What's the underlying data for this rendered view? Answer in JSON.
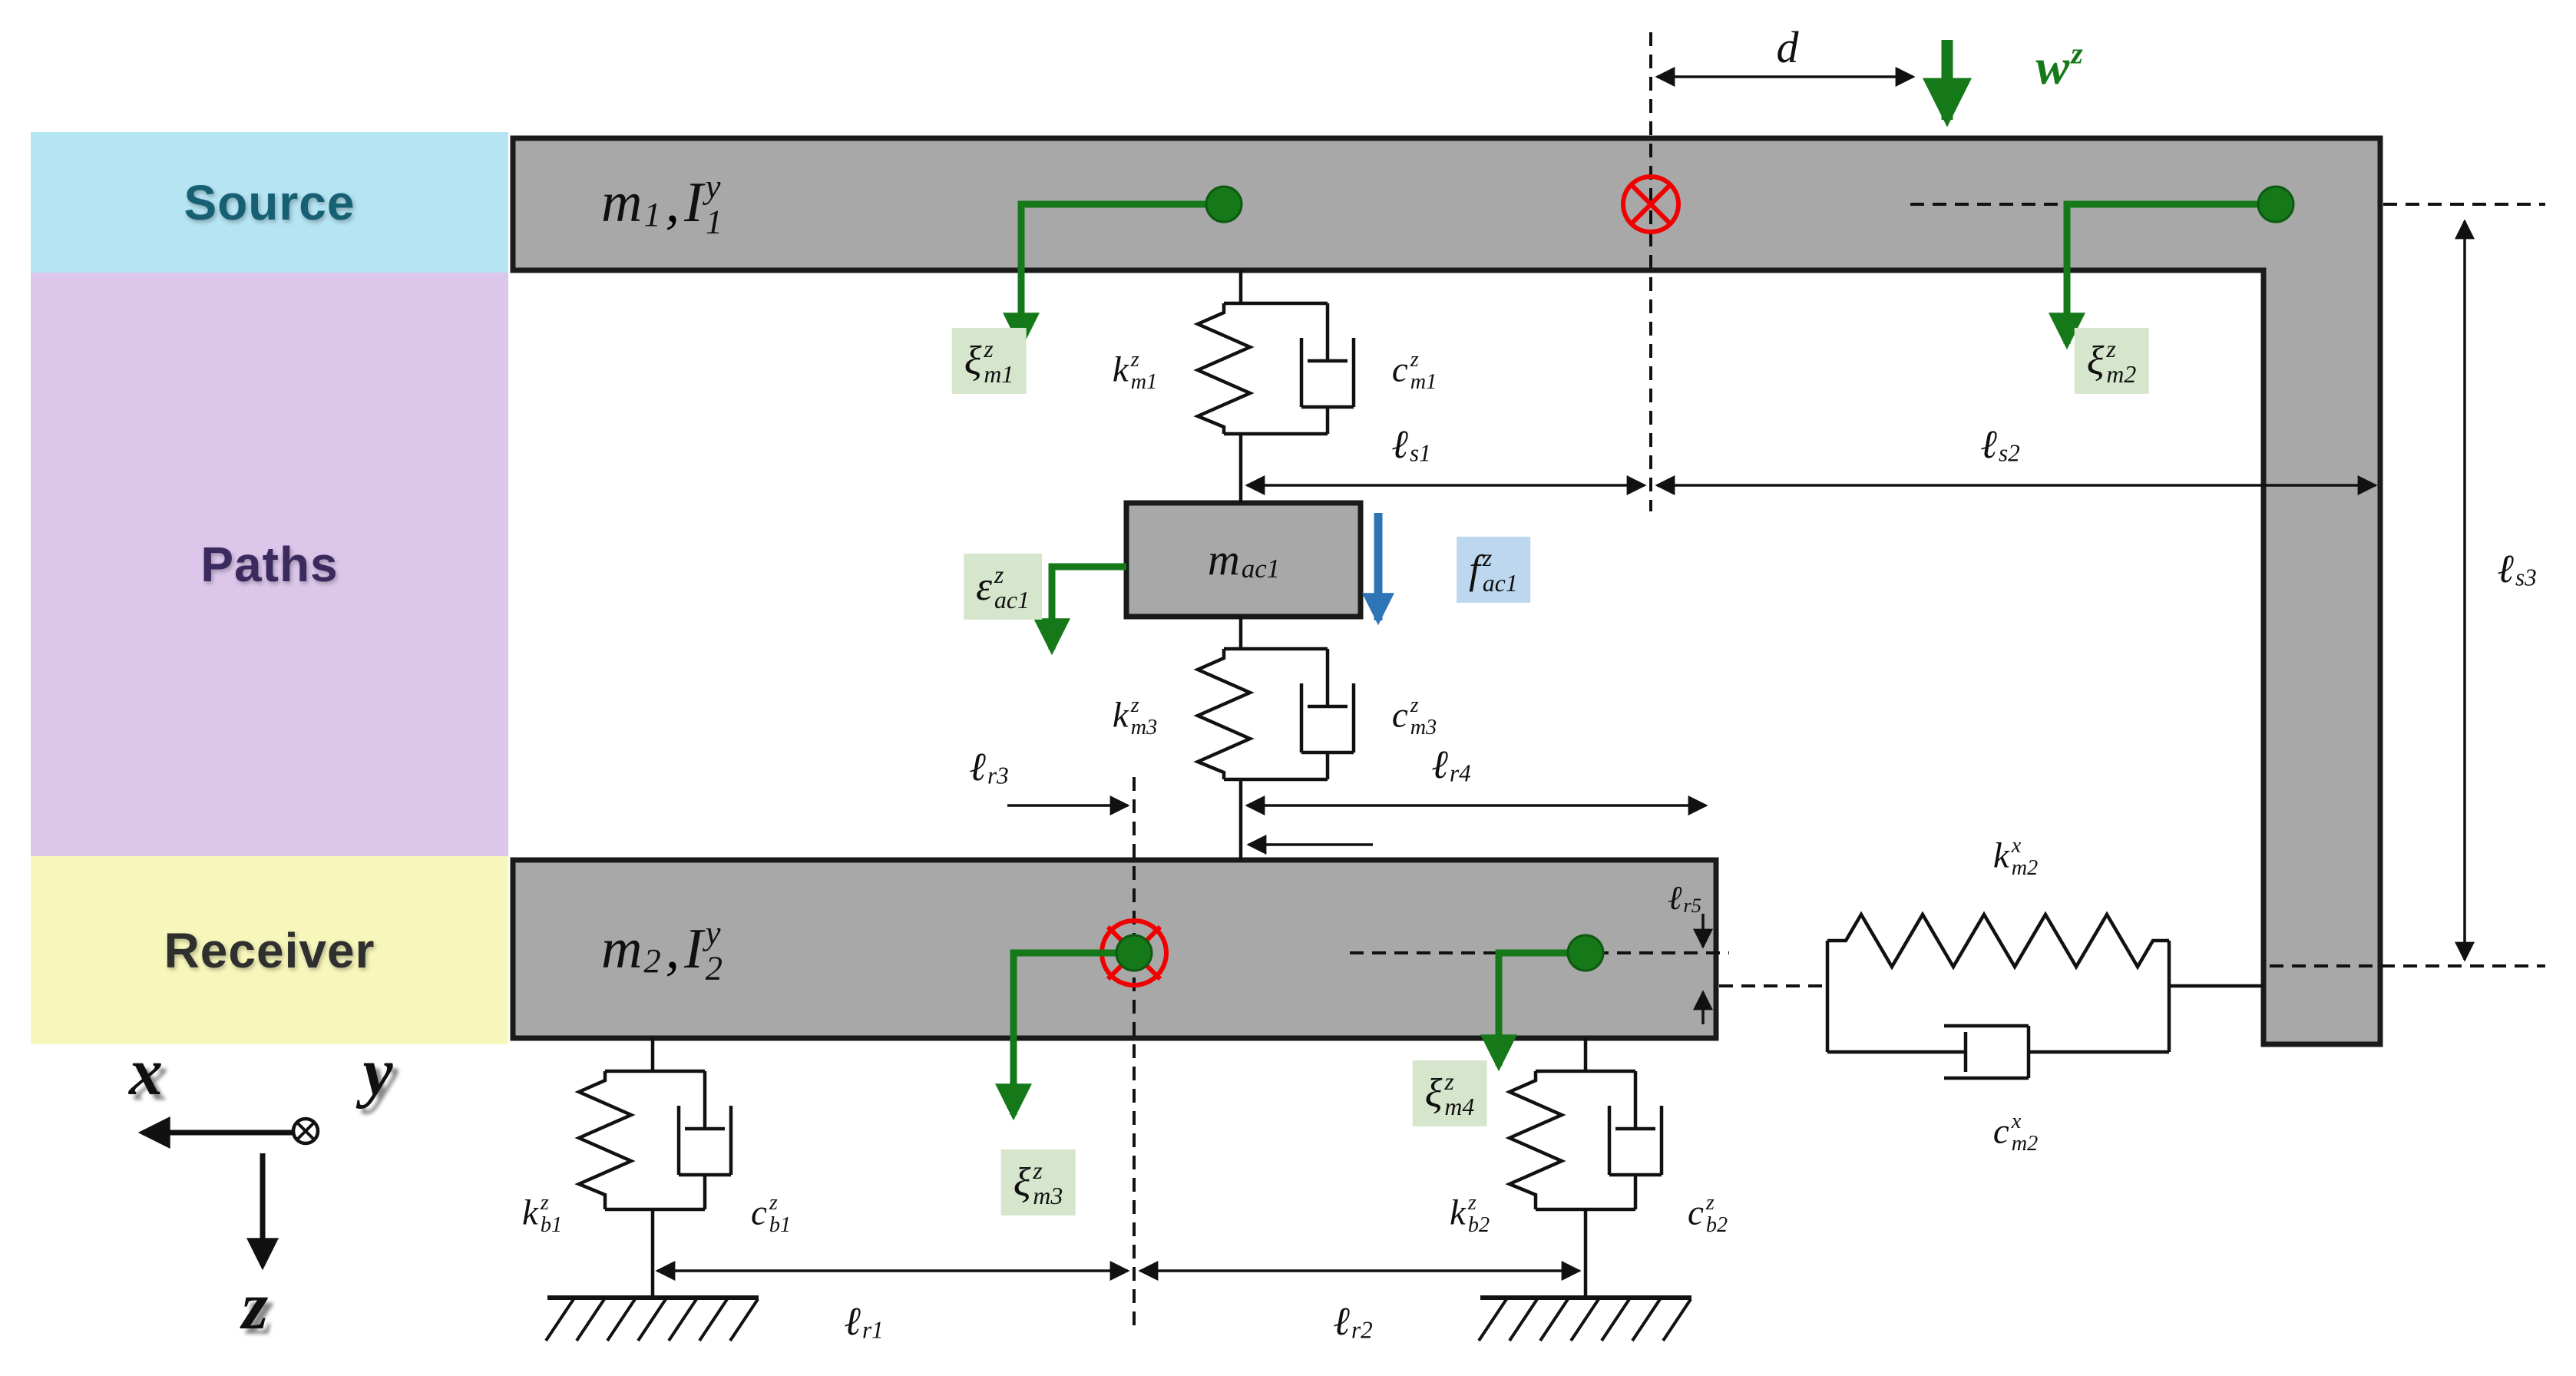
{
  "title": "Source-Paths-Receiver two-beam vibration transfer system diagram",
  "regions": {
    "source": {
      "label": "Source",
      "bg": "#B5E4F2",
      "text_color": "#176074"
    },
    "paths": {
      "label": "Paths",
      "bg": "#DCC7EB",
      "text_color": "#3A2A5E"
    },
    "receiver": {
      "label": "Receiver",
      "bg": "#F8F7BB",
      "text_color": "#2F2F2F"
    }
  },
  "beams": {
    "top": {
      "m": {
        "base": "m",
        "sub": "1"
      },
      "sep": ", ",
      "I": {
        "base": "I",
        "sup": "y",
        "sub": "1"
      }
    },
    "bottom": {
      "m": {
        "base": "m",
        "sub": "2"
      },
      "sep": ", ",
      "I": {
        "base": "I",
        "sup": "y",
        "sub": "2"
      }
    },
    "ac_mass": {
      "base": "m",
      "sub": "ac1"
    }
  },
  "forces": {
    "w": {
      "base": "w",
      "sup": "z"
    },
    "offset_d": {
      "base": "d"
    },
    "f_ac1": {
      "base": "f",
      "sup": "z",
      "sub": "ac1"
    }
  },
  "responses": {
    "xi_m1": {
      "base": "ξ",
      "sup": "z",
      "sub": "m1"
    },
    "xi_m2": {
      "base": "ξ",
      "sup": "z",
      "sub": "m2"
    },
    "xi_m3": {
      "base": "ξ",
      "sup": "z",
      "sub": "m3"
    },
    "xi_m4": {
      "base": "ξ",
      "sup": "z",
      "sub": "m4"
    },
    "eps_ac1": {
      "base": "ε",
      "sup": "z",
      "sub": "ac1"
    }
  },
  "elements": {
    "k_m1": {
      "base": "k",
      "sup": "z",
      "sub": "m1"
    },
    "c_m1": {
      "base": "c",
      "sup": "z",
      "sub": "m1"
    },
    "k_m3": {
      "base": "k",
      "sup": "z",
      "sub": "m3"
    },
    "c_m3": {
      "base": "c",
      "sup": "z",
      "sub": "m3"
    },
    "k_m2": {
      "base": "k",
      "sup": "x",
      "sub": "m2"
    },
    "c_m2": {
      "base": "c",
      "sup": "x",
      "sub": "m2"
    },
    "k_b1": {
      "base": "k",
      "sup": "z",
      "sub": "b1"
    },
    "c_b1": {
      "base": "c",
      "sup": "z",
      "sub": "b1"
    },
    "k_b2": {
      "base": "k",
      "sup": "z",
      "sub": "b2"
    },
    "c_b2": {
      "base": "c",
      "sup": "z",
      "sub": "b2"
    }
  },
  "dims": {
    "l_s1": {
      "base": "ℓ",
      "sub": "s1"
    },
    "l_s2": {
      "base": "ℓ",
      "sub": "s2"
    },
    "l_s3": {
      "base": "ℓ",
      "sub": "s3"
    },
    "l_r1": {
      "base": "ℓ",
      "sub": "r1"
    },
    "l_r2": {
      "base": "ℓ",
      "sub": "r2"
    },
    "l_r3": {
      "base": "ℓ",
      "sub": "r3"
    },
    "l_r4": {
      "base": "ℓ",
      "sub": "r4"
    },
    "l_r5": {
      "base": "ℓ",
      "sub": "r5"
    }
  },
  "axes": {
    "x": {
      "base": "x"
    },
    "y": {
      "base": "y"
    },
    "z": {
      "base": "z"
    }
  },
  "colors": {
    "beam_fill": "#A8A8A8",
    "outline": "#1A1A1A",
    "arrow_green": "#157919",
    "arrow_blue": "#2E75B6",
    "marker_red": "#F00000",
    "label_green_bg": "#D6E6CD",
    "label_blue_bg": "#BDD7EE"
  }
}
